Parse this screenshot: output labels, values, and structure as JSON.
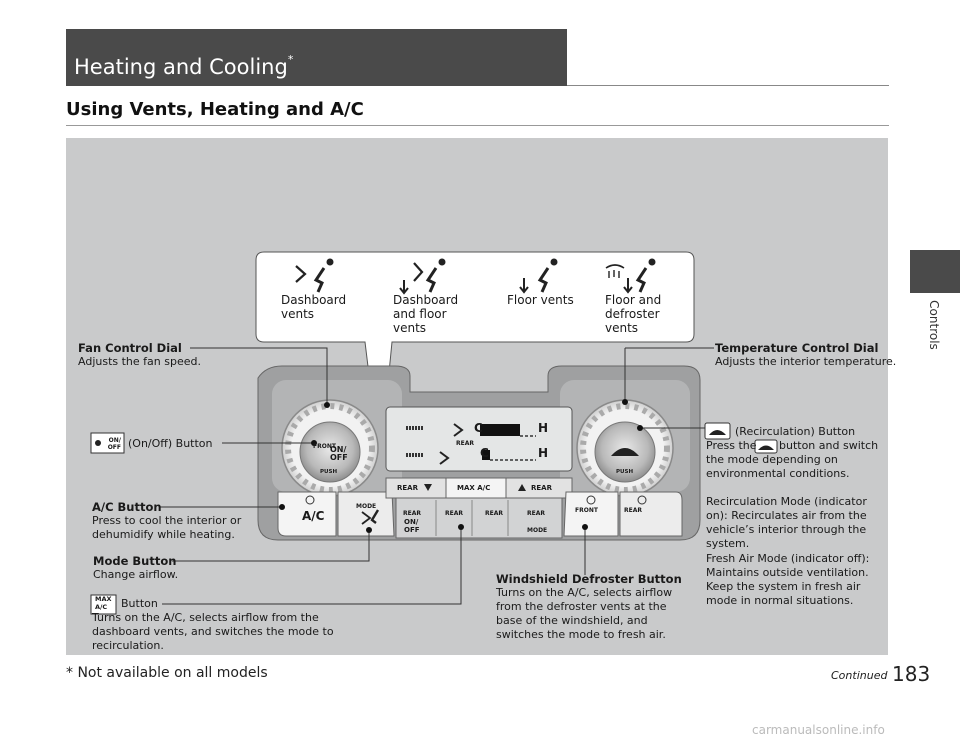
{
  "header": {
    "title": "Heating and Cooling",
    "title_mark": "*",
    "subtitle": "Using Vents, Heating and A/C"
  },
  "side": {
    "section": "Controls"
  },
  "vents": [
    {
      "label": "Dashboard vents",
      "icon": "dashboard-vent-icon"
    },
    {
      "label": "Dashboard and floor vents",
      "icon": "dashboard-floor-vent-icon"
    },
    {
      "label": "Floor vents",
      "icon": "floor-vent-icon"
    },
    {
      "label": "Floor and defroster vents",
      "icon": "floor-defroster-vent-icon"
    }
  ],
  "callouts": {
    "fan": {
      "title": "Fan Control Dial",
      "desc": "Adjusts the fan speed."
    },
    "onoff": {
      "icon_text": "ON/ OFF",
      "title": "(On/Off) Button"
    },
    "ac": {
      "title": "A/C Button",
      "desc": "Press to cool the interior or dehumidify while heating."
    },
    "mode": {
      "title": "Mode Button",
      "desc": "Change airflow."
    },
    "maxac": {
      "icon_text": "MAX A/C",
      "title": "Button",
      "desc": "Turns on the A/C, selects airflow from the dashboard vents, and switches the mode to recirculation."
    },
    "defrost": {
      "title": "Windshield Defroster Button",
      "desc": "Turns on the A/C, selects airflow from the defroster vents at the base of the windshield, and switches the mode to fresh air."
    },
    "temp": {
      "title": "Temperature Control Dial",
      "desc": "Adjusts the interior temperature."
    },
    "recirc": {
      "title": "(Recirculation) Button",
      "desc_pre": "Press the",
      "desc_post": "button and switch the mode depending on environmental conditions.",
      "recirc_mode": "Recirculation Mode (indicator on): Recirculates air from the vehicle’s interior through the system.",
      "fresh_mode": "Fresh Air Mode (indicator off): Maintains outside ventilation. Keep the system in fresh air mode in normal situations."
    }
  },
  "panel_labels": {
    "front": "FRONT",
    "on_off": "ON/ OFF",
    "push": "PUSH",
    "ac": "A/C",
    "mode": "MODE",
    "rear": "REAR",
    "max_ac": "MAX A/C",
    "display_c": "C",
    "display_h": "H",
    "display_rear": "REAR"
  },
  "footer": {
    "note": "* Not available on all models",
    "continued": "Continued",
    "page": "183"
  },
  "watermark": "carmanualsonline.info"
}
